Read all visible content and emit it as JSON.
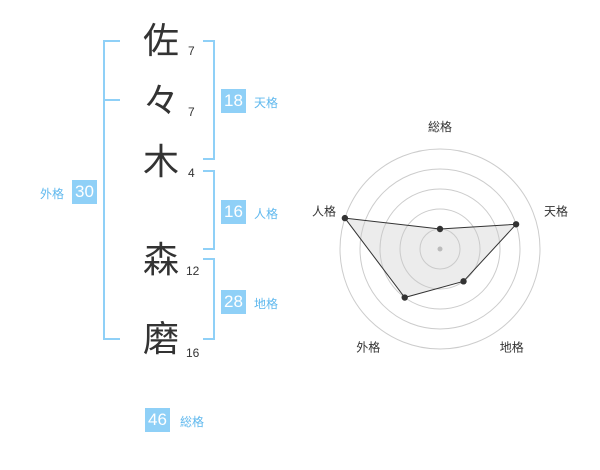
{
  "name_chars": [
    {
      "char": "佐",
      "strokes": "7"
    },
    {
      "char": "々",
      "strokes": "7"
    },
    {
      "char": "木",
      "strokes": "4"
    },
    {
      "char": "森",
      "strokes": "12"
    },
    {
      "char": "磨",
      "strokes": "16"
    }
  ],
  "kaku": {
    "tenkaku": {
      "value": "18",
      "label": "天格"
    },
    "jinkaku": {
      "value": "16",
      "label": "人格"
    },
    "chikaku": {
      "value": "28",
      "label": "地格"
    },
    "gaikaku": {
      "value": "30",
      "label": "外格"
    },
    "soukaku": {
      "value": "46",
      "label": "総格"
    }
  },
  "colors": {
    "accent": "#8fd0f7",
    "label": "#5fb8ee",
    "text": "#333333",
    "grid": "#cccccc"
  },
  "chart_data": {
    "type": "radar",
    "axes": [
      "総格",
      "天格",
      "地格",
      "外格",
      "人格"
    ],
    "max": 5,
    "rings": 5,
    "values": [
      1,
      4,
      2,
      3,
      5
    ]
  }
}
